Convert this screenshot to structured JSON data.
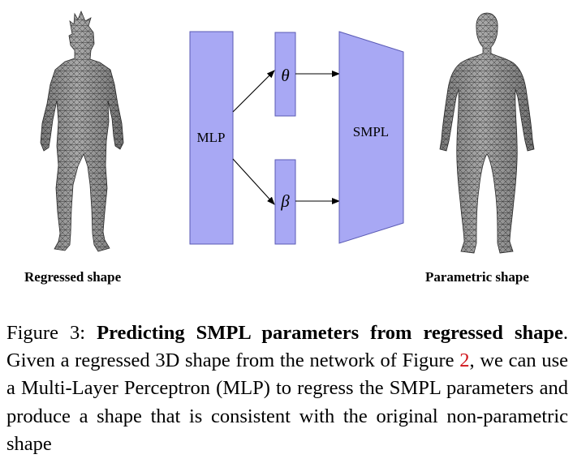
{
  "figure": {
    "left_label": "Regressed shape",
    "right_label": "Parametric shape",
    "mlp_label": "MLP",
    "theta_label": "θ",
    "beta_label": "β",
    "smpl_label": "SMPL",
    "colors": {
      "block_fill": "#a8a8f4",
      "block_stroke": "#5a5ab4",
      "mesh_fill": "#a9a9a9",
      "mesh_line": "#3c3c3c"
    }
  },
  "caption": {
    "prefix": "Figure 3:",
    "bold_title": "Predicting SMPL parameters from regressed shape",
    "text_a": ". Given a regressed 3D shape from the network of Figure ",
    "ref": "2",
    "text_b": ", we can use a Multi-Layer Perceptron (MLP) to regress the SMPL parameters and produce a shape that is consistent with the original non-parametric shape"
  }
}
